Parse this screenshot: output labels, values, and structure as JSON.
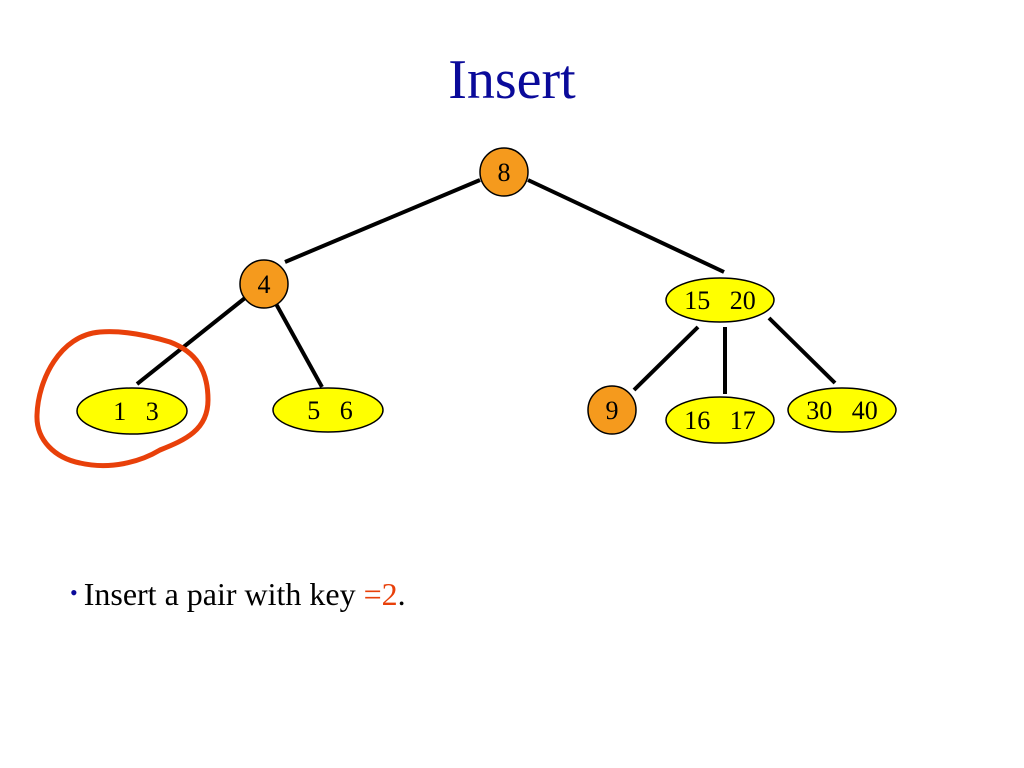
{
  "slide": {
    "title": "Insert",
    "bullet": {
      "text": "Insert a pair with key ",
      "equals": "=",
      "key": "2",
      "end": "."
    }
  },
  "colors": {
    "title": "#0a0a9a",
    "internal_node": "#f59a1d",
    "leaf_node": "#ffff00",
    "highlight": "#e8400a"
  },
  "tree": {
    "nodes": [
      {
        "id": "root",
        "label": "8",
        "type": "internal"
      },
      {
        "id": "n4",
        "label": "4",
        "type": "internal"
      },
      {
        "id": "n15-20",
        "label": "15   20",
        "type": "leaf"
      },
      {
        "id": "n1-3",
        "label": "1   3",
        "type": "leaf",
        "highlighted": true
      },
      {
        "id": "n5-6",
        "label": "5   6",
        "type": "leaf"
      },
      {
        "id": "n9",
        "label": "9",
        "type": "internal"
      },
      {
        "id": "n16-17",
        "label": "16   17",
        "type": "leaf"
      },
      {
        "id": "n30-40",
        "label": "30   40",
        "type": "leaf"
      }
    ],
    "edges": [
      [
        "root",
        "n4"
      ],
      [
        "root",
        "n15-20"
      ],
      [
        "n4",
        "n1-3"
      ],
      [
        "n4",
        "n5-6"
      ],
      [
        "n15-20",
        "n9"
      ],
      [
        "n15-20",
        "n16-17"
      ],
      [
        "n15-20",
        "n30-40"
      ]
    ]
  }
}
